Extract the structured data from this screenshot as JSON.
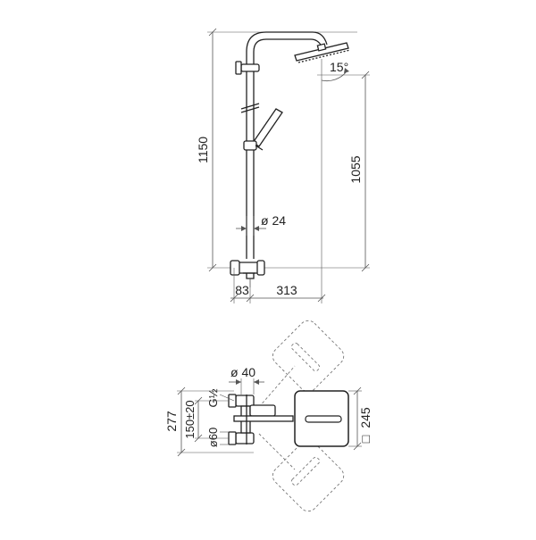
{
  "front_view": {
    "dim_total_height": "1150",
    "dim_head_height": "1055",
    "dim_pipe_diameter": "ø 24",
    "dim_wall_offset": "83",
    "dim_projection": "313",
    "dim_tilt_angle": "15°"
  },
  "top_view": {
    "dim_bar_diameter": "ø 40",
    "dim_thread": "G½",
    "dim_total_depth": "277",
    "dim_inlet_centres": "150±20",
    "dim_inlet_diameter": "ø60",
    "dim_head_size": "245",
    "dim_square_symbol": "□"
  },
  "colors": {
    "line": "#222222",
    "dimension": "#555555",
    "ghost": "#777777"
  }
}
